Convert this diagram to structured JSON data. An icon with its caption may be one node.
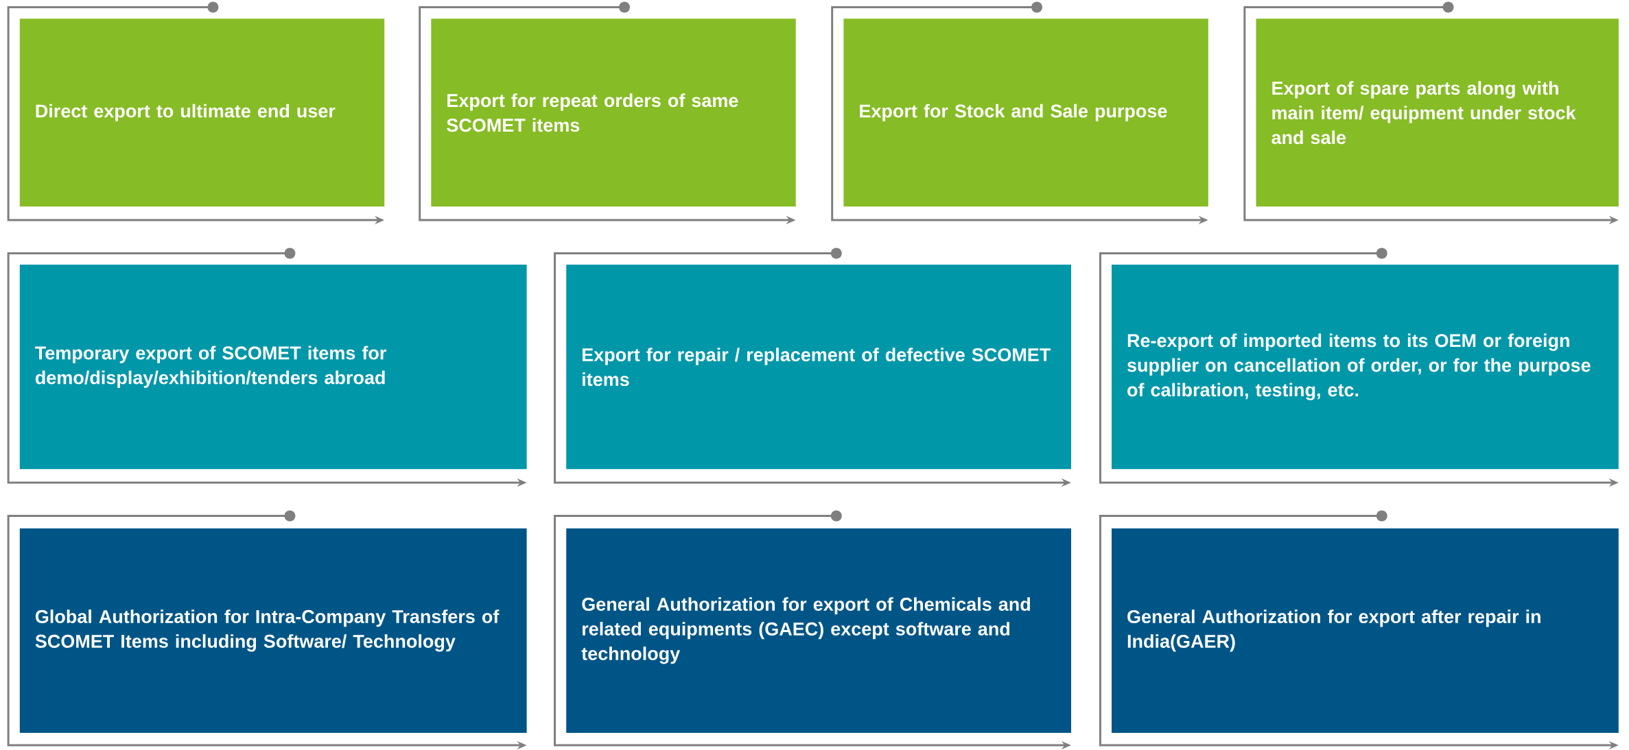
{
  "diagram": {
    "nodes": [
      {
        "text": [
          "Direct export to ultimate end user"
        ]
      },
      {
        "text": [
          "Export for repeat orders of same SCOMET items"
        ]
      },
      {
        "text": [
          "Export for Stock and Sale purpose"
        ]
      },
      {
        "text": [
          "Export of spare parts along with main item/ equipment under stock and sale"
        ]
      },
      {
        "text": [
          "Temporary export of SCOMET items for demo/display/exhibition/tenders abroad"
        ]
      },
      {
        "text": [
          "Export for repair / replacement of defective SCOMET items"
        ]
      },
      {
        "text": [
          "Re-export of imported items to its OEM or foreign supplier on cancellation of order, or for the purpose of calibration, testing, etc."
        ]
      },
      {
        "text": [
          "Global Authorization for Intra-Company Transfers of SCOMET Items including Software/ Technology"
        ]
      },
      {
        "text": [
          "General Authorization for export of Chemicals and related equipments (GAEC) except software and technology"
        ]
      },
      {
        "text": [
          "General Authorization for export after repair in India(GAER)"
        ]
      }
    ]
  }
}
